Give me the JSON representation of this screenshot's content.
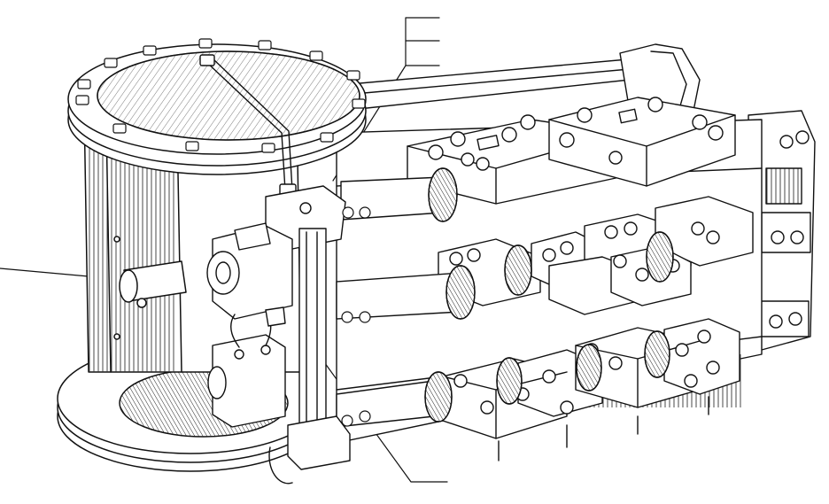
{
  "figure": {
    "description_text": "",
    "ink_color": "#111111",
    "paper_color": "#ffffff",
    "callouts": [
      {
        "id": "callout-top-left",
        "label": ""
      },
      {
        "id": "callout-top-mid",
        "label": ""
      },
      {
        "id": "callout-top-right",
        "label": ""
      },
      {
        "id": "callout-left",
        "label": ""
      },
      {
        "id": "callout-bottom",
        "label": ""
      }
    ]
  }
}
